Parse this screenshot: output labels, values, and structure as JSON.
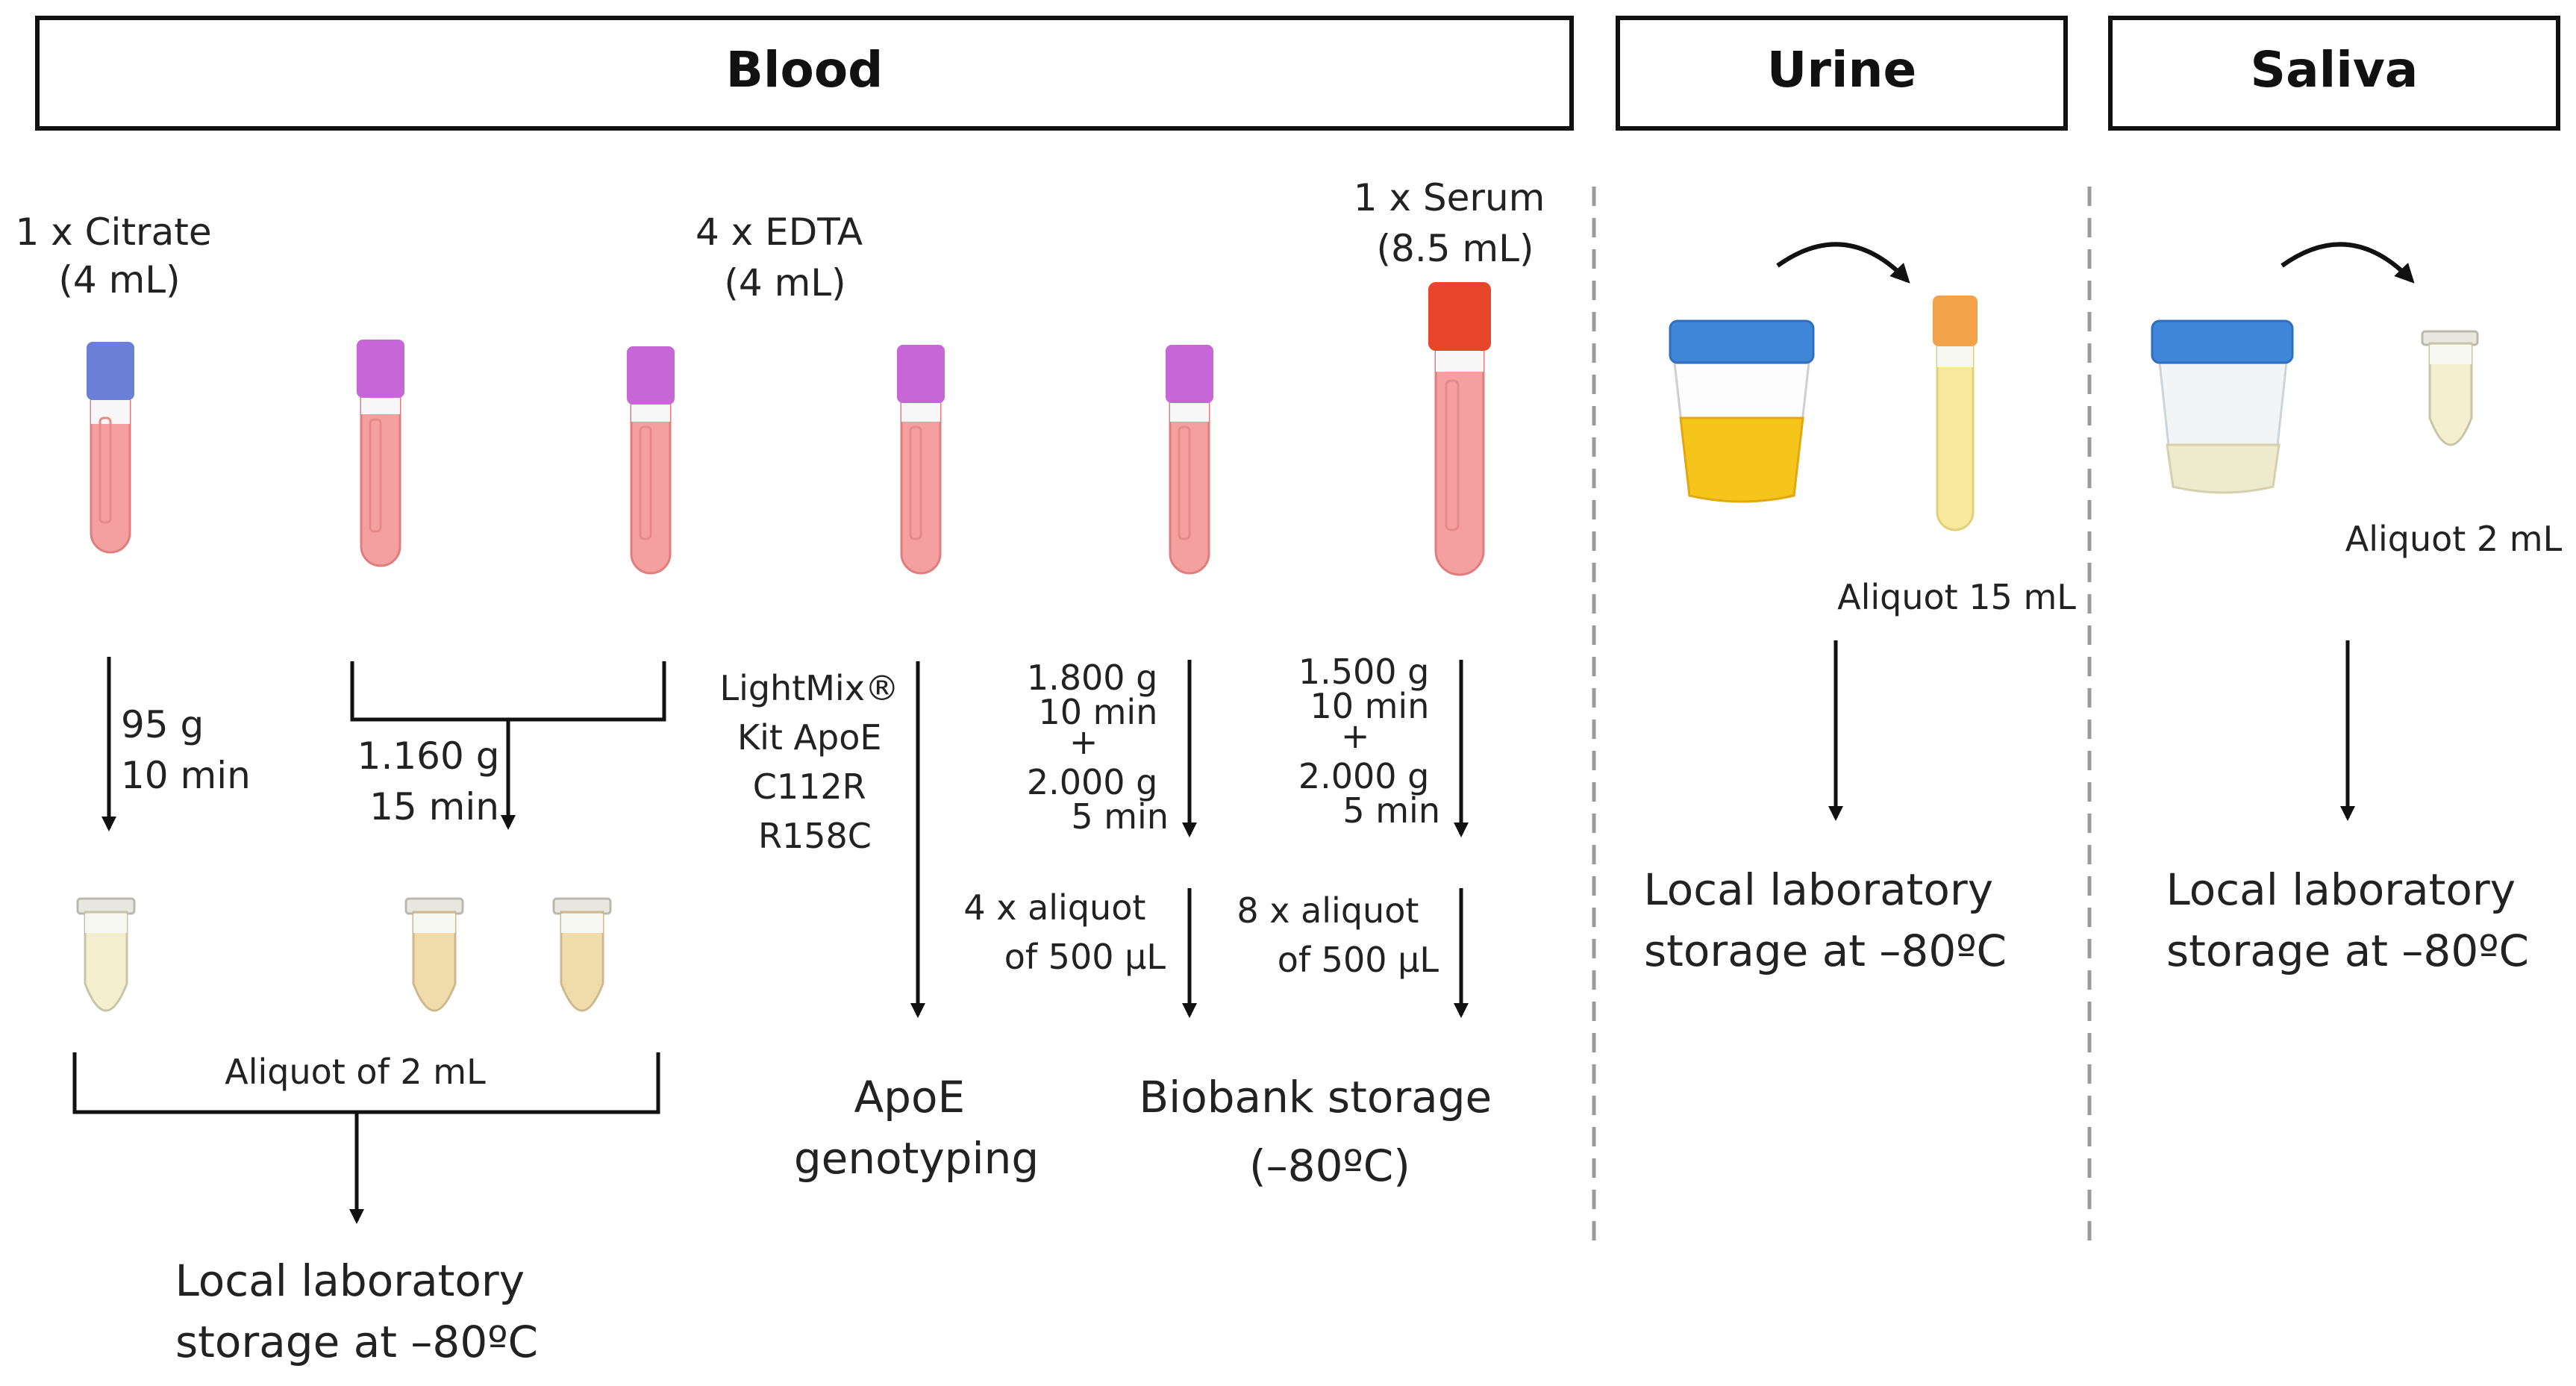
{
  "headers": {
    "blood": "Blood",
    "urine": "Urine",
    "saliva": "Saliva"
  },
  "blood": {
    "citrate": {
      "line1": "1 x Citrate",
      "line2": "(4 mL)"
    },
    "edta": {
      "line1": "4 x EDTA",
      "line2": "(4 mL)"
    },
    "serum": {
      "line1": "1 x Serum",
      "line2": "(8.5 mL)"
    },
    "citrate_spin": {
      "line1": "95 g",
      "line2": "10 min"
    },
    "edta_spin": {
      "line1": "1.160 g",
      "line2": "15 min"
    },
    "kit": {
      "line1": "LightMix®",
      "line2": "Kit ApoE",
      "line3": "C112R",
      "line4": "R158C"
    },
    "edta_spin2": {
      "line1": "1.800 g",
      "line2": "10 min",
      "line3": "+",
      "line4": "2.000 g",
      "line5": "5 min"
    },
    "serum_spin": {
      "line1": "1.500 g",
      "line2": "10 min",
      "line3": "+",
      "line4": "2.000 g",
      "line5": "5 min"
    },
    "edta_aliquot": {
      "line1": "4 x aliquot",
      "line2": "of 500 µL"
    },
    "serum_aliquot": {
      "line1": "8 x aliquot",
      "line2": "of 500 µL"
    },
    "aliquot_2ml": "Aliquot of 2 mL",
    "apoe": {
      "line1": "ApoE",
      "line2": "genotyping"
    },
    "biobank": {
      "line1": "Biobank storage",
      "line2": "(–80ºC)"
    },
    "local_storage": {
      "line1": "Local laboratory",
      "line2": "storage at –80ºC"
    }
  },
  "urine": {
    "aliquot": "Aliquot 15 mL",
    "storage": {
      "line1": "Local laboratory",
      "line2": "storage at –80ºC"
    }
  },
  "saliva": {
    "aliquot": "Aliquot 2 mL",
    "storage": {
      "line1": "Local laboratory",
      "line2": "storage at –80ºC"
    }
  },
  "colors": {
    "blood_fill": "#f4a0a0",
    "citrate_cap": "#6a7fd6",
    "edta_cap": "#c766d6",
    "serum_cap": "#e8452c",
    "plasma": "#f3e6b8",
    "plasma_light": "#f3efcf",
    "urine": "#f6c51c",
    "jar_cap": "#3f86d9",
    "urine_tube_cap": "#f2a24a"
  }
}
